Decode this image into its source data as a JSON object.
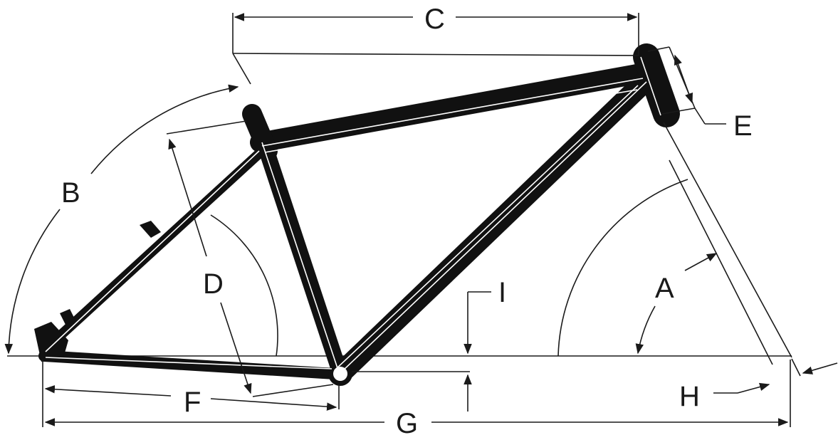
{
  "diagram": {
    "labels": {
      "A": "A",
      "B": "B",
      "C": "C",
      "D": "D",
      "E": "E",
      "F": "F",
      "G": "G",
      "H": "H",
      "I": "I"
    },
    "colors": {
      "tube": "#111111",
      "line": "#1a1a1a",
      "highlight": "#ffffff",
      "background": "#ffffff"
    }
  }
}
